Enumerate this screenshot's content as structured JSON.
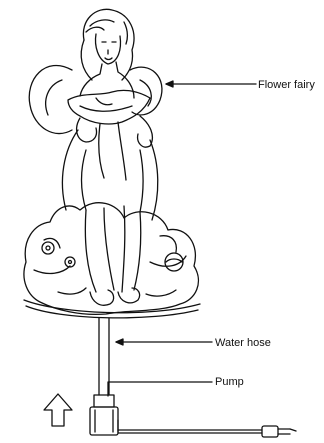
{
  "labels": {
    "flower_fairy": "Flower fairy",
    "water_hose": "Water hose",
    "pump": "Pump"
  },
  "icons": {
    "figure": "fairy-statue-icon",
    "arrow": "up-arrow-icon",
    "pump": "pump-icon",
    "plug": "power-plug-icon"
  },
  "colors": {
    "ink": "#111111",
    "background": "#ffffff"
  }
}
